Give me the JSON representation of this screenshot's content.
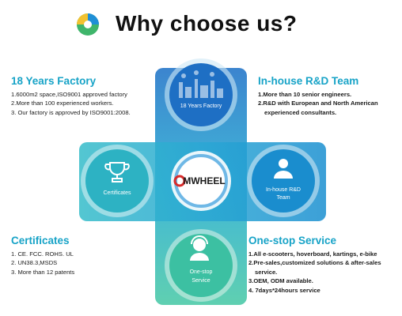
{
  "header": {
    "title": "Why choose us?",
    "logo_icon": "leaf-circle-logo-icon"
  },
  "center": {
    "brand": "MWHEEL",
    "emblem_icon": "mwheel-emblem-icon"
  },
  "nodes": {
    "top": {
      "label": "18 Years Factory",
      "icon": "factory-icon"
    },
    "left": {
      "label": "Certificates",
      "icon": "trophy-icon"
    },
    "right": {
      "label_line1": "In-house R&D",
      "label_line2": "Team",
      "icon": "engineer-icon"
    },
    "bottom": {
      "label_line1": "One-stop",
      "label_line2": "Service",
      "icon": "support-agent-icon"
    }
  },
  "sections": {
    "factory": {
      "title": "18 Years Factory",
      "items": [
        "1.6000m2 space,ISO9001 approved factory",
        "2.More than 100 experienced workers.",
        "3. Our factory is approved by ISO9001:2008."
      ]
    },
    "rnd": {
      "title": "In-house R&D Team",
      "items": [
        "1.More than 10 senior engineers.",
        "2.R&D with European and North American",
        "experienced consultants."
      ]
    },
    "certificates": {
      "title": "Certificates",
      "items": [
        "1. CE.  FCC.  ROHS.  UL",
        "2. UN38.3,MSDS",
        "3. More than 12 patents"
      ]
    },
    "service": {
      "title": "One-stop Service",
      "items": [
        "1.All e-scooters, hoverboard, kartings, e-bike",
        "2.Pre-sales,customized solutions & after-sales",
        "service.",
        "3.OEM, ODM available.",
        "4. 7days*24hours service"
      ]
    }
  },
  "colors": {
    "top_node": "#1e73c8",
    "left_node": "#2bb3c4",
    "right_node": "#1a8fd0",
    "bottom_node": "#3cc3a3",
    "title_accent": "#17a3c7"
  }
}
